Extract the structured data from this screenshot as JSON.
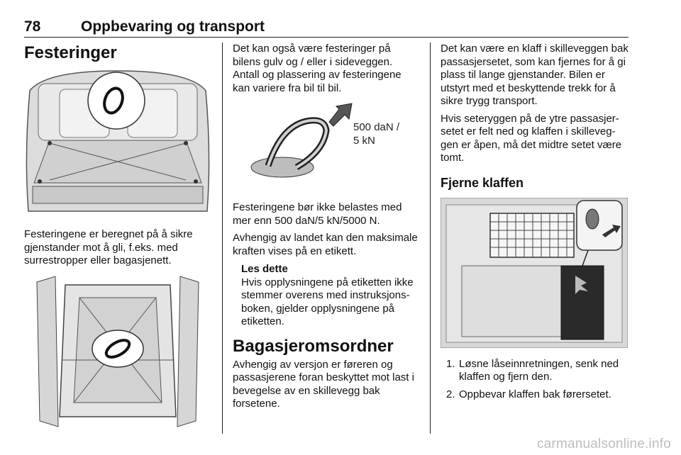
{
  "header": {
    "page_number": "78",
    "title": "Oppbevaring og transport"
  },
  "col1": {
    "heading": "Festeringer",
    "para1": "Festeringene er beregnet på å sikre gjenstander mot å gli, f.eks. med surrestropper eller bagasjenett."
  },
  "col2": {
    "para1": "Det kan også være festeringer på bilens gulv og / eller i sideveggen. Antall og plassering av festeringene kan variere fra bil til bil.",
    "figure_label_line1": "500 daN /",
    "figure_label_line2": "5 kN",
    "para2": "Festeringene bør ikke belastes med mer enn 500 daN/5 kN/5000 N.",
    "para3": "Avhengig av landet kan den maksi­male kraften vises på en etikett.",
    "note_title": "Les dette",
    "note_text": "Hvis opplysningene på etiketten ikke stemmer overens med instruksjons­boken, gjelder opplysningene på etiketten.",
    "heading2": "Bagasjeromsordner",
    "para4": "Avhengig av versjon er føreren og passasjerene foran beskyttet mot last i bevegelse av en skillevegg bak forsetene."
  },
  "col3": {
    "para1": "Det kan være en klaff i skilleveggen bak passasjersetet, som kan fjernes for å gi plass til lange gjenstander. Bilen er utstyrt med et beskyttende trekk for å sikre trygg transport.",
    "para2": "Hvis seteryggen på de ytre passasjer­setet er felt ned og klaffen i skilleveg­gen er åpen, må det midtre setet være tomt.",
    "subheading": "Fjerne klaffen",
    "steps": [
      {
        "num": "1.",
        "text": "Løsne låseinnretningen, senk ned klaffen og fjern den."
      },
      {
        "num": "2.",
        "text": "Oppbevar klaffen bak førersetet."
      }
    ]
  },
  "footer": {
    "watermark": "carmanualsonline.info"
  }
}
